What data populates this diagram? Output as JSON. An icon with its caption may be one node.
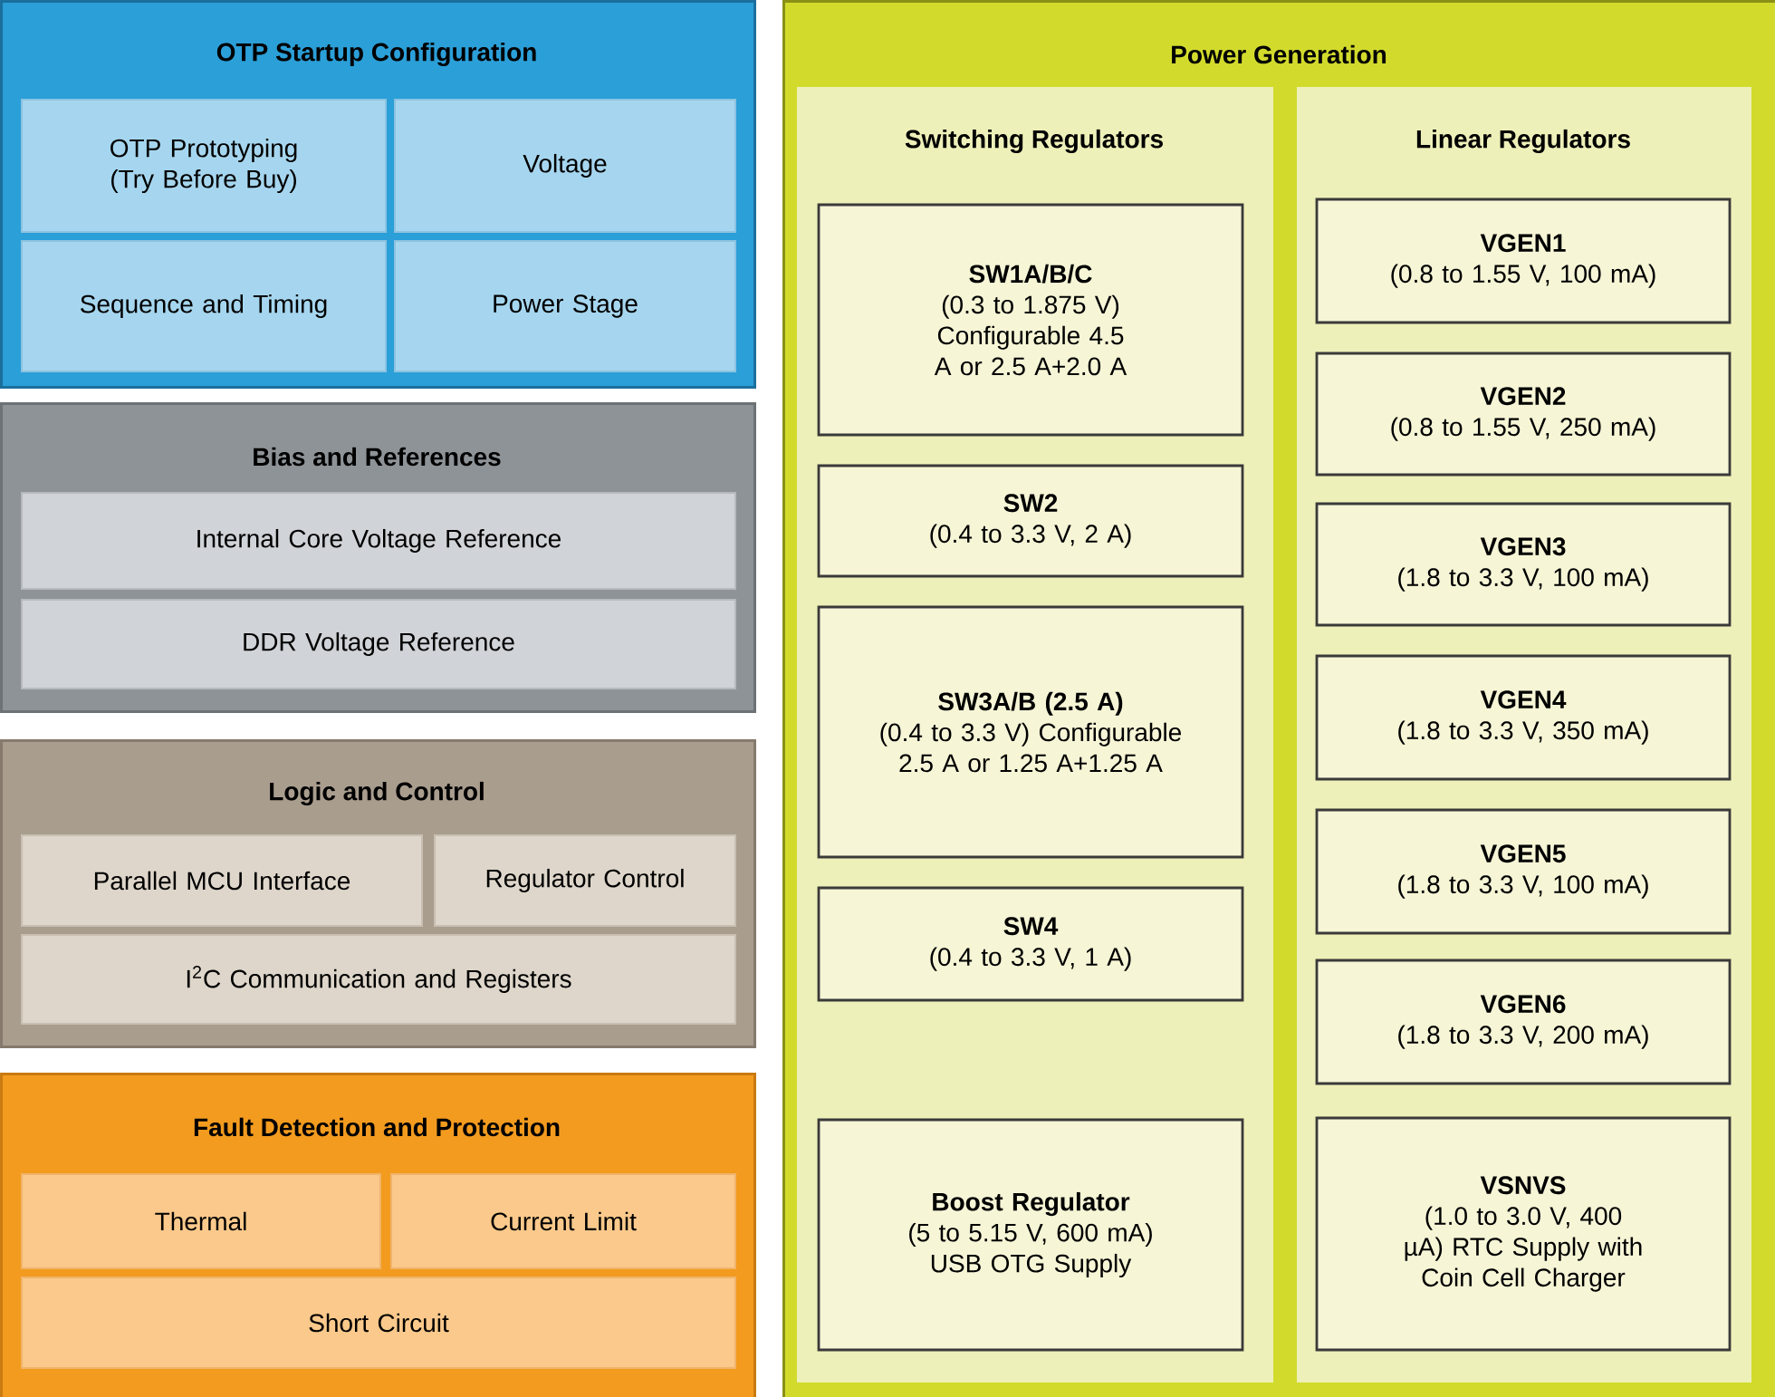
{
  "diagram": {
    "nodes": [
      {
        "text": [
          "OTP Startup Configuration"
        ]
      },
      {
        "text": [
          "OTP Prototyping (Try Before Buy)"
        ],
        "in": 0
      },
      {
        "text": [
          "Voltage"
        ],
        "in": 0
      },
      {
        "text": [
          "Sequence and Timing"
        ],
        "in": 0
      },
      {
        "text": [
          "Power Stage"
        ],
        "in": 0
      },
      {
        "text": [
          "Bias and References"
        ]
      },
      {
        "text": [
          "Internal Core Voltage Reference"
        ],
        "in": 5
      },
      {
        "text": [
          "DDR Voltage Reference"
        ],
        "in": 5
      },
      {
        "text": [
          "Logic and Control"
        ]
      },
      {
        "text": [
          "Parallel MCU Interface"
        ],
        "in": 8
      },
      {
        "text": [
          "Regulator Control"
        ],
        "in": 8
      },
      {
        "text": [
          "I$^{2}$C Communication and Registers"
        ],
        "in": 8
      },
      {
        "text": [
          "Fault Detection and Protection"
        ]
      },
      {
        "text": [
          "Thermal"
        ],
        "in": 12
      },
      {
        "text": [
          "Current Limit"
        ],
        "in": 12
      },
      {
        "text": [
          "Short Circuit"
        ],
        "in": 12
      },
      {
        "text": [
          "Power Generation"
        ]
      },
      {
        "text": [
          "Switching Regulators"
        ],
        "in": 16
      },
      {
        "text": [
          "SW1A/B/C",
          "(0.3 to 1.875 V) Configurable 4.5 A or 2.5 A+2.0 A"
        ],
        "in": 17
      },
      {
        "text": [
          "SW2",
          "(0.4 to 3.3 V, 2 A)"
        ],
        "in": 17
      },
      {
        "text": [
          "SW3A/B (2.5 A)",
          "(0.4 to 3.3 V) Configurable 2.5 A or 1.25 A+1.25 A"
        ],
        "in": 17
      },
      {
        "text": [
          "SW4",
          "(0.4 to 3.3 V, 1 A)"
        ],
        "in": 17
      },
      {
        "text": [
          "Boost Regulator",
          "(5 to 5.15 V, 600 mA) USB OTG Supply"
        ],
        "in": 17
      },
      {
        "text": [
          "Linear Regulators"
        ],
        "in": 16
      },
      {
        "text": [
          "VGEN1",
          "(0.8 to 1.55 V, 100 mA)"
        ],
        "in": 23
      },
      {
        "text": [
          "VGEN2",
          "(0.8 to 1.55 V, 250 mA)"
        ],
        "in": 23
      },
      {
        "text": [
          "VGEN3",
          "(1.8 to 3.3 V, 100 mA)"
        ],
        "in": 23
      },
      {
        "text": [
          "VGEN4",
          "(1.8 to 3.3 V, 350 mA)"
        ],
        "in": 23
      },
      {
        "text": [
          "VGEN5",
          "(1.8 to 3.3 V, 100 mA)"
        ],
        "in": 23
      },
      {
        "text": [
          "VGEN6",
          "(1.8 to 3.3 V, 200 mA)"
        ],
        "in": 23
      },
      {
        "text": [
          "VSNVS",
          "(1.0 to 3.0 V, 400 µA) RTC Supply with Coin Cell Charger"
        ],
        "in": 23
      }
    ]
  }
}
